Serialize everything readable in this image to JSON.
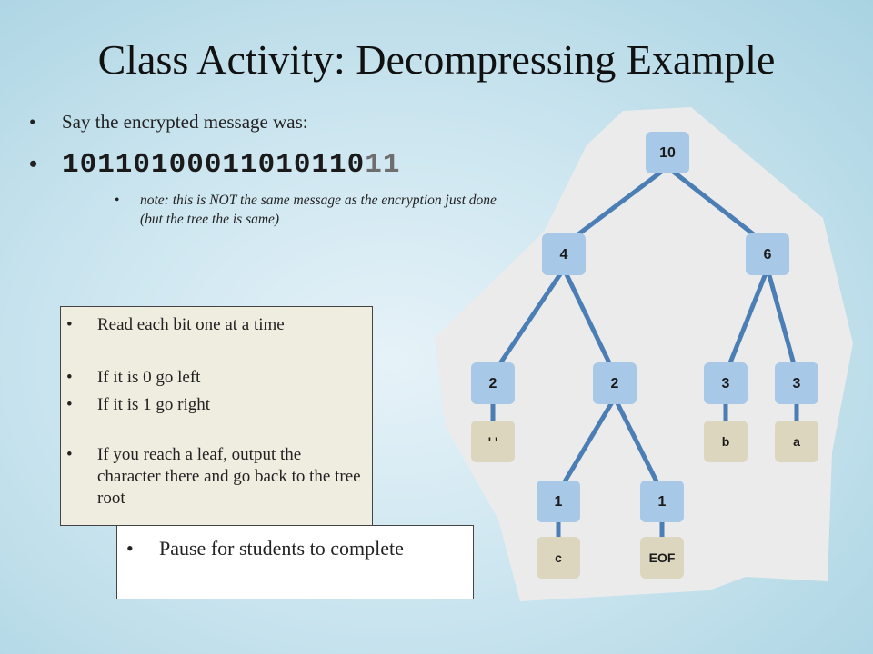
{
  "title": "Class Activity: Decompressing Example",
  "bullets": {
    "intro": "Say the encrypted message was:",
    "message_part1": "10110100011010110",
    "message_part2": "11",
    "note": "note: this is NOT the same message as the encryption just done (but the tree the is same)"
  },
  "rules": [
    "Read each bit one at a time",
    "If it is 0 go left",
    "If it is 1 go right",
    "If you reach a leaf, output the character there and go back to the tree root"
  ],
  "pause": "Pause for students to complete",
  "tree": {
    "nodes": [
      {
        "id": "root",
        "label": "10"
      },
      {
        "id": "n4",
        "label": "4"
      },
      {
        "id": "n6",
        "label": "6"
      },
      {
        "id": "n2a",
        "label": "2"
      },
      {
        "id": "n2b",
        "label": "2"
      },
      {
        "id": "n3a",
        "label": "3"
      },
      {
        "id": "n3b",
        "label": "3"
      },
      {
        "id": "n1a",
        "label": "1"
      },
      {
        "id": "n1b",
        "label": "1"
      }
    ],
    "leaves": [
      {
        "parent": "n2a",
        "label": "' '"
      },
      {
        "parent": "n3a",
        "label": "b"
      },
      {
        "parent": "n3b",
        "label": "a"
      },
      {
        "parent": "n1a",
        "label": "c"
      },
      {
        "parent": "n1b",
        "label": "EOF"
      }
    ],
    "edges": [
      [
        "root",
        "n4"
      ],
      [
        "root",
        "n6"
      ],
      [
        "n4",
        "n2a"
      ],
      [
        "n4",
        "n2b"
      ],
      [
        "n6",
        "n3a"
      ],
      [
        "n6",
        "n3b"
      ],
      [
        "n2b",
        "n1a"
      ],
      [
        "n2b",
        "n1b"
      ]
    ]
  },
  "colors": {
    "node_fill": "#a8c8e8",
    "leaf_fill": "#ddd6be",
    "edge": "#4a7eb4",
    "blob_fill": "#ebebeb"
  }
}
